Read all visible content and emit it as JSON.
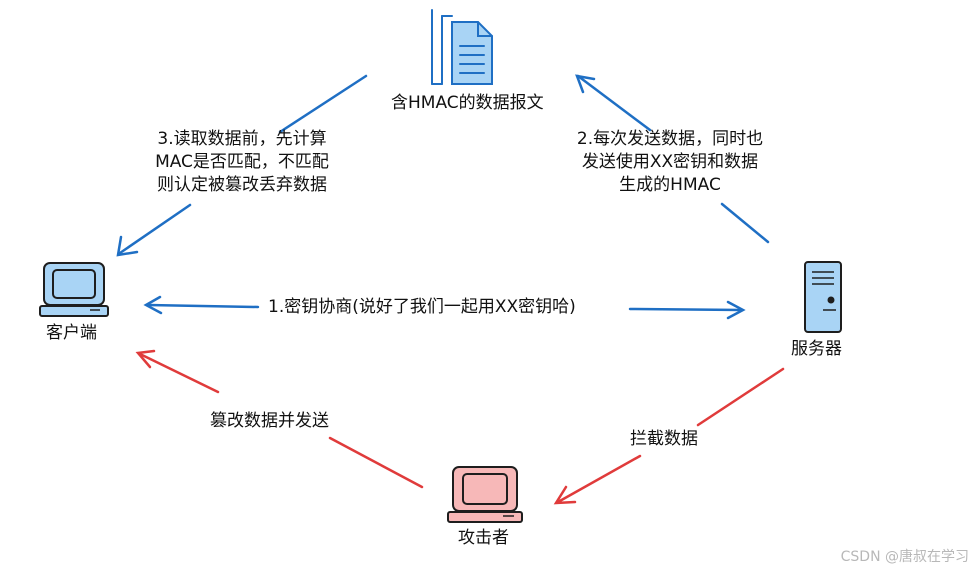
{
  "nodes": {
    "message": {
      "label": "含HMAC的数据报文",
      "icon": "document-stack-icon"
    },
    "client": {
      "label": "客户端",
      "icon": "desktop-computer-icon"
    },
    "server": {
      "label": "服务器",
      "icon": "server-tower-icon"
    },
    "attacker": {
      "label": "攻击者",
      "icon": "desktop-computer-icon"
    }
  },
  "edges": {
    "negotiate": {
      "label": "1.密钥协商(说好了我们一起用XX密钥哈)"
    },
    "send": {
      "lines": [
        "2.每次发送数据，同时也",
        "发送使用XX密钥和数据",
        "生成的HMAC"
      ]
    },
    "verify": {
      "lines": [
        "3.读取数据前，先计算",
        "MAC是否匹配，不匹配",
        "则认定被篡改丢弃数据"
      ]
    },
    "intercept": {
      "label": "拦截数据"
    },
    "tamper": {
      "label": "篡改数据并发送"
    }
  },
  "watermark": "CSDN @唐叔在学习",
  "colors": {
    "legit_arrow": "#1f6fc4",
    "attack_arrow": "#e03b3b",
    "icon_fill_blue": "#a9d4f5",
    "icon_fill_red": "#f7b8b8",
    "icon_stroke": "#1e1e1e",
    "doc_stroke": "#1f6fc4"
  }
}
